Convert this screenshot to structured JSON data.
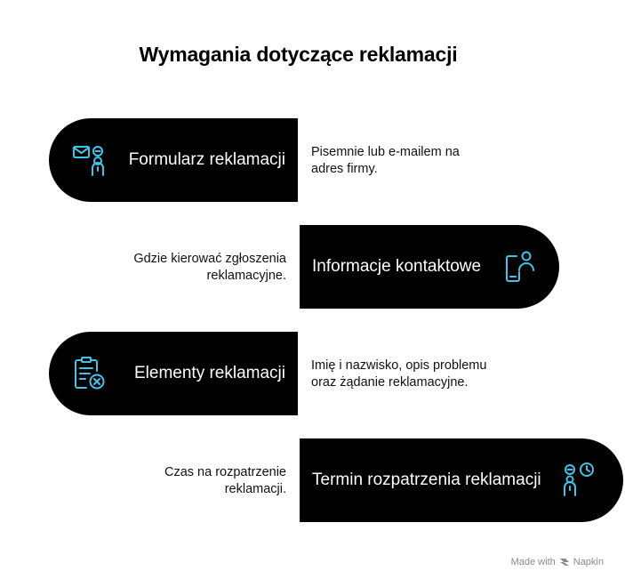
{
  "title": "Wymagania dotyczące reklamacji",
  "items": [
    {
      "label": "Formularz reklamacji",
      "description_lines": [
        "Pisemnie lub e-mailem na",
        "adres firmy."
      ],
      "icon": "mail-person-icon"
    },
    {
      "label": "Informacje kontaktowe",
      "description_lines": [
        "Gdzie kierować zgłoszenia",
        "reklamacyjne."
      ],
      "icon": "phone-contact-icon"
    },
    {
      "label": "Elementy reklamacji",
      "description_lines": [
        "Imię i nazwisko, opis problemu",
        "oraz żądanie reklamacyjne."
      ],
      "icon": "clipboard-x-icon"
    },
    {
      "label": "Termin rozpatrzenia reklamacji",
      "description_lines": [
        "Czas na rozpatrzenie",
        "reklamacji."
      ],
      "icon": "person-clock-icon"
    }
  ],
  "footer": {
    "made_with": "Made with",
    "brand": "Napkin"
  },
  "colors": {
    "pill": "#000000",
    "icon_accent": "#3ec5e8",
    "background": "#ffffff"
  }
}
